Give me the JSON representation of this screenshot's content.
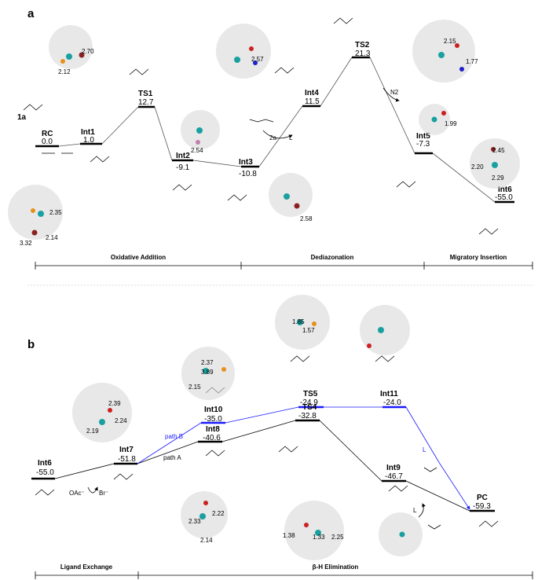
{
  "panels": {
    "a": {
      "label": "a",
      "start_label": "1a",
      "states": [
        {
          "id": "RC",
          "energy": "0.0"
        },
        {
          "id": "Int1",
          "energy": "1.0"
        },
        {
          "id": "TS1",
          "energy": "12.7"
        },
        {
          "id": "Int2",
          "energy": "-9.1"
        },
        {
          "id": "Int3",
          "energy": "-10.8"
        },
        {
          "id": "Int4",
          "energy": "11.5"
        },
        {
          "id": "TS2",
          "energy": "21.3"
        },
        {
          "id": "Int5",
          "energy": "-7.3"
        },
        {
          "id": "Int6",
          "energy": "-55.0"
        }
      ],
      "stages": [
        "Oxidative Addition",
        "Dediazonation",
        "Migratory Insertion"
      ],
      "reagents": [
        "2a",
        "L",
        "N2"
      ],
      "distances": [
        "2.70",
        "2.12",
        "2.35",
        "2.14",
        "3.32",
        "2.57",
        "2.54",
        "2.58",
        "2.15",
        "1.77",
        "1.99",
        "2.45",
        "2.20",
        "2.29"
      ]
    },
    "b": {
      "label": "b",
      "states": [
        {
          "id": "Int6",
          "energy": "-55.0"
        },
        {
          "id": "Int7",
          "energy": "-51.8"
        },
        {
          "id": "Int8",
          "energy": "-40.6"
        },
        {
          "id": "Int10",
          "energy": "-35.0"
        },
        {
          "id": "TS4",
          "energy": "-32.8"
        },
        {
          "id": "TS5",
          "energy": "-24.9"
        },
        {
          "id": "Int11",
          "energy": "-24.0"
        },
        {
          "id": "Int9",
          "energy": "-46.7"
        },
        {
          "id": "PC",
          "energy": "-59.3"
        }
      ],
      "paths": [
        "path A",
        "path B"
      ],
      "stages": [
        "Ligand Exchange",
        "β-H Elimination"
      ],
      "reagents": [
        "OAc⁻",
        "Br⁻",
        "L"
      ],
      "distances": [
        "2.39",
        "2.24",
        "2.19",
        "2.37",
        "3.89",
        "2.15",
        "1.85",
        "1.57",
        "2.22",
        "2.33",
        "2.14",
        "1.38",
        "1.33",
        "2.25"
      ]
    }
  },
  "colors": {
    "path_a": "#000000",
    "path_b": "#1a1aff",
    "pd_atom": "#1aa0a0",
    "p_atom": "#e8901a",
    "br_atom": "#8b2020",
    "n_atom": "#2020cc",
    "o_atom": "#cc2020",
    "pink": "#e020e0"
  }
}
